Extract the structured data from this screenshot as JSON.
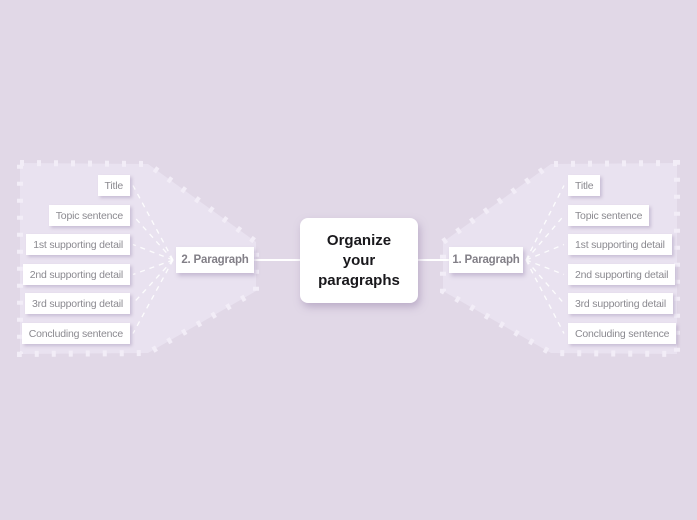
{
  "center": {
    "label": "Organize your paragraphs",
    "lines": [
      "Organize",
      "your",
      "paragraphs"
    ]
  },
  "branches": [
    {
      "label": "2. Paragraph",
      "side": "left",
      "subtopics": [
        "Title",
        "Topic sentence",
        "1st supporting detail",
        "2nd supporting detail",
        "3rd supporting detail",
        "Concluding sentence"
      ]
    },
    {
      "label": "1. Paragraph",
      "side": "right",
      "subtopics": [
        "Title",
        "Topic sentence",
        "1st supporting detail",
        "2nd supporting detail",
        "3rd supporting detail",
        "Concluding sentence"
      ]
    }
  ],
  "colors": {
    "bg": "#e1d8e7",
    "boundary": "#e9e2f0",
    "tick": "#f2edf7",
    "box": "#ffffff",
    "line": "#ffffff",
    "muted": "#8b8a90",
    "node_text": "#827f87",
    "center_text": "#19181c"
  }
}
